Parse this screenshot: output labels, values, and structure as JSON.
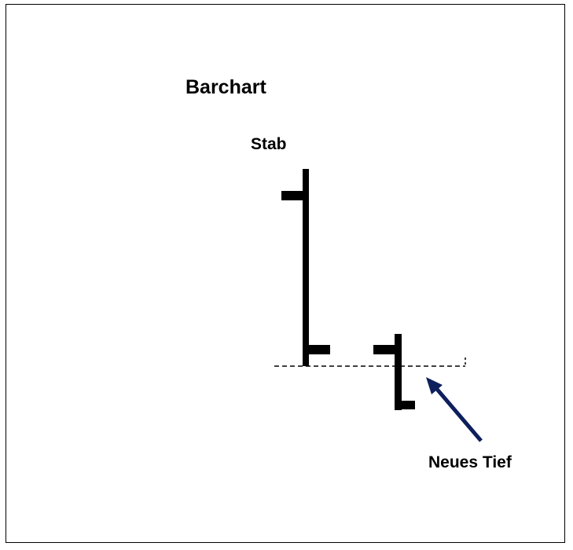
{
  "title": "Barchart",
  "bar_label": "Stab",
  "annotation": "Neues Tief",
  "colors": {
    "bars": "#000000",
    "arrow": "#0d1f5c"
  }
}
